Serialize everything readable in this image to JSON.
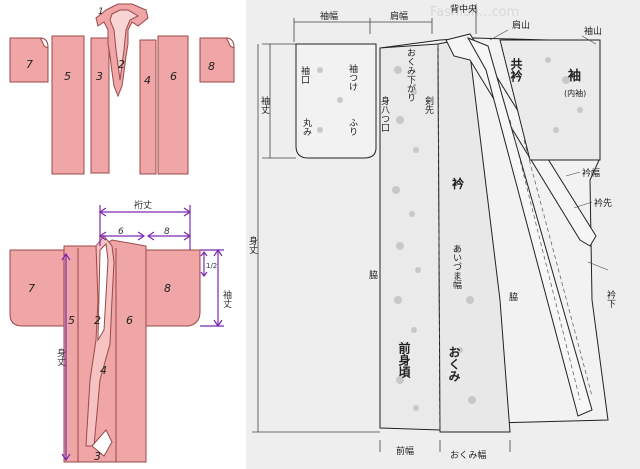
{
  "colors": {
    "piece_fill": "#f0a6a6",
    "piece_stroke": "#9a4848",
    "right_bg": "#eeeeee",
    "line_dark": "#222222",
    "pattern": "#c8c8c8"
  },
  "left_top": {
    "pieces": [
      "7",
      "5",
      "3",
      "2",
      "1",
      "4",
      "6",
      "8"
    ]
  },
  "left_bottom": {
    "dim_top": "裄丈",
    "dim_6": "6",
    "dim_8": "8",
    "dim_side": "袖丈",
    "dim_small": "1/2",
    "length_label": "身丈",
    "pieces": [
      "7",
      "5",
      "2",
      "6",
      "4",
      "8",
      "3"
    ]
  },
  "right": {
    "watermark": "Fashion...com",
    "top_dims": [
      "袖幅",
      "肩幅",
      "背中央"
    ],
    "left_dims": [
      "袖丈",
      "身丈"
    ],
    "labels": {
      "kata_yama": "肩山",
      "sode_yama": "袖山",
      "tomo_eri": "共衿",
      "sode": "袖",
      "uchi_sode": "(内袖)",
      "sode_guchi": "袖口",
      "sode_tsuke": "袖つけ",
      "okumi_sagari": "おくみ下がり",
      "maru_mi": "丸み",
      "furi": "ふり",
      "mi_yatsu_kuchi": "身八つ口",
      "ken_saki": "剣先",
      "eri": "衿",
      "eri_haba": "衿幅",
      "eri_saki": "衿先",
      "waki_left": "脇",
      "aizuma_haba": "あいづま幅",
      "waki_right": "脇",
      "eri_shita": "衿下",
      "mae_mi_goro": "前身頃",
      "okumi": "おくみ",
      "mae_haba": "前幅",
      "okumi_haba": "おくみ幅"
    }
  }
}
